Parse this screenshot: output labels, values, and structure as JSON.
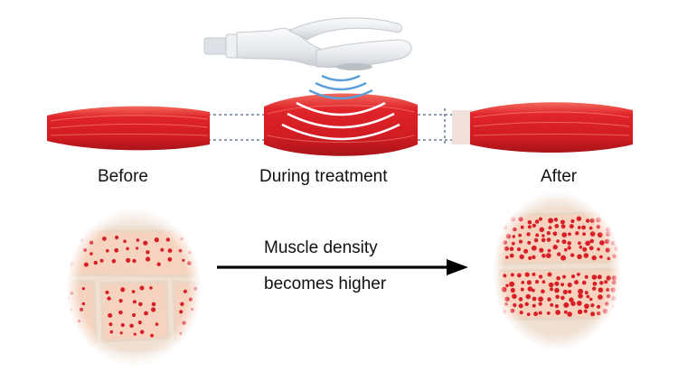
{
  "stages": {
    "before": "Before",
    "during": "During treatment",
    "after": "After"
  },
  "arrow": {
    "line1": "Muscle density",
    "line2": "becomes higher"
  },
  "colors": {
    "muscle": "#e0242a",
    "muscle_dark": "#b3151b",
    "wave": "#5a9fd8",
    "cell": "#f6d3bf",
    "cell_border": "#efe0d2",
    "dot": "#d81f26",
    "device": "#e9ecef"
  },
  "icons": [
    "muscle-before-icon",
    "muscle-during-icon",
    "muscle-after-icon",
    "ems-handpiece-icon",
    "ultrasound-wave-icon",
    "tissue-before-icon",
    "tissue-after-icon",
    "arrow-right-icon"
  ]
}
